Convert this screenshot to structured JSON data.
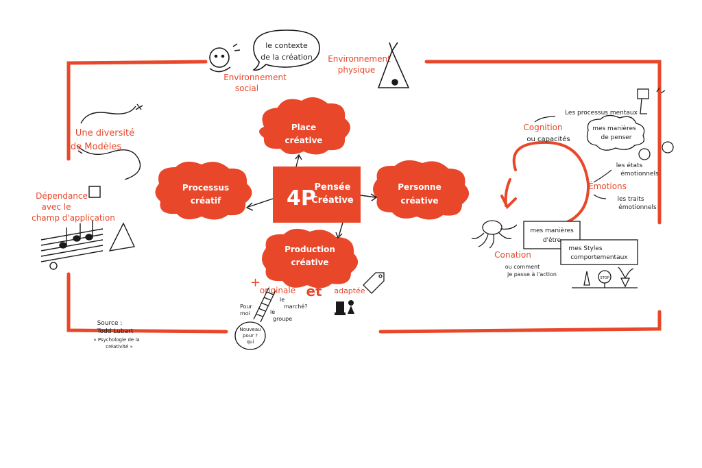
{
  "colors": {
    "accent": "#e8472a",
    "ink": "#1a1a1a",
    "paper": "#ffffff"
  },
  "center": {
    "mark": "4P",
    "title_line1": "Pensée",
    "title_line2": "Créative"
  },
  "clouds": {
    "place": [
      "Place",
      "créative"
    ],
    "processus": [
      "Processus",
      "créatif"
    ],
    "personne": [
      "Personne",
      "créative"
    ],
    "production": [
      "Production",
      "créative"
    ]
  },
  "top": {
    "bubble": [
      "le contexte",
      "de la création"
    ],
    "social": [
      "Environnement",
      "social"
    ],
    "physique": [
      "Environnement",
      "physique"
    ]
  },
  "left": {
    "diversite": [
      "Une diversité",
      "de Modèles"
    ],
    "dependance": [
      "Dépendance",
      "avec le",
      "champ d'application"
    ]
  },
  "production_notes": {
    "originale": "originale",
    "et": "et",
    "adaptee": "adaptée",
    "pour_moi": [
      "Pour",
      "moi"
    ],
    "marche": [
      "le",
      "marché?"
    ],
    "groupe": [
      "le",
      "groupe"
    ],
    "nouveau": [
      "Nouveau",
      "pour ?",
      "qui"
    ]
  },
  "right": {
    "processus_mentaux": "Les processus mentaux",
    "manieres_penser": [
      "mes manières",
      "de penser"
    ],
    "cognition": "Cognition",
    "capacites": "ou capacités",
    "etats": [
      "les états",
      "émotionnels"
    ],
    "emotions": "Émotions",
    "traits": [
      "les traits",
      "émotionnels"
    ],
    "manieres_etre": [
      "mes manières",
      "d'être"
    ],
    "styles": [
      "mes Styles",
      "comportementaux"
    ],
    "conation": "Conation",
    "conation_sub": [
      "ou comment",
      "je passe à l'action"
    ],
    "stop": "STOP"
  },
  "source": [
    "Source :",
    "Todd Lubart",
    "« Psychologie de la",
    "créativité »"
  ]
}
